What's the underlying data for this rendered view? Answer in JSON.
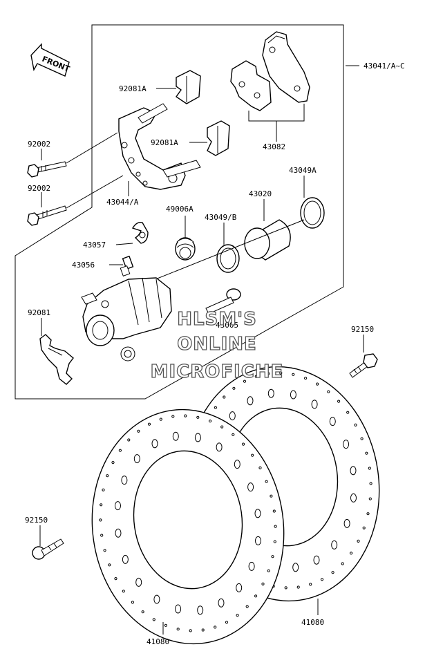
{
  "front_arrow": {
    "label": "FRONT"
  },
  "labels": {
    "l43041": "43041/A~C",
    "l92081A_top": "92081A",
    "l92081A_mid": "92081A",
    "l43082": "43082",
    "l92002_top": "92002",
    "l92002_bot": "92002",
    "l43044": "43044/A",
    "l49006A": "49006A",
    "l43049B": "43049/B",
    "l43020": "43020",
    "l43049A": "43049A",
    "l43057": "43057",
    "l43056": "43056",
    "l92081": "92081",
    "l43005": "43005",
    "l92150_right": "92150",
    "l92150_left": "92150",
    "l41080_left": "41080",
    "l41080_right": "41080"
  },
  "watermark": {
    "line1": "HLSM'S",
    "line2": "ONLINE",
    "line3": "MICROFICHE"
  }
}
